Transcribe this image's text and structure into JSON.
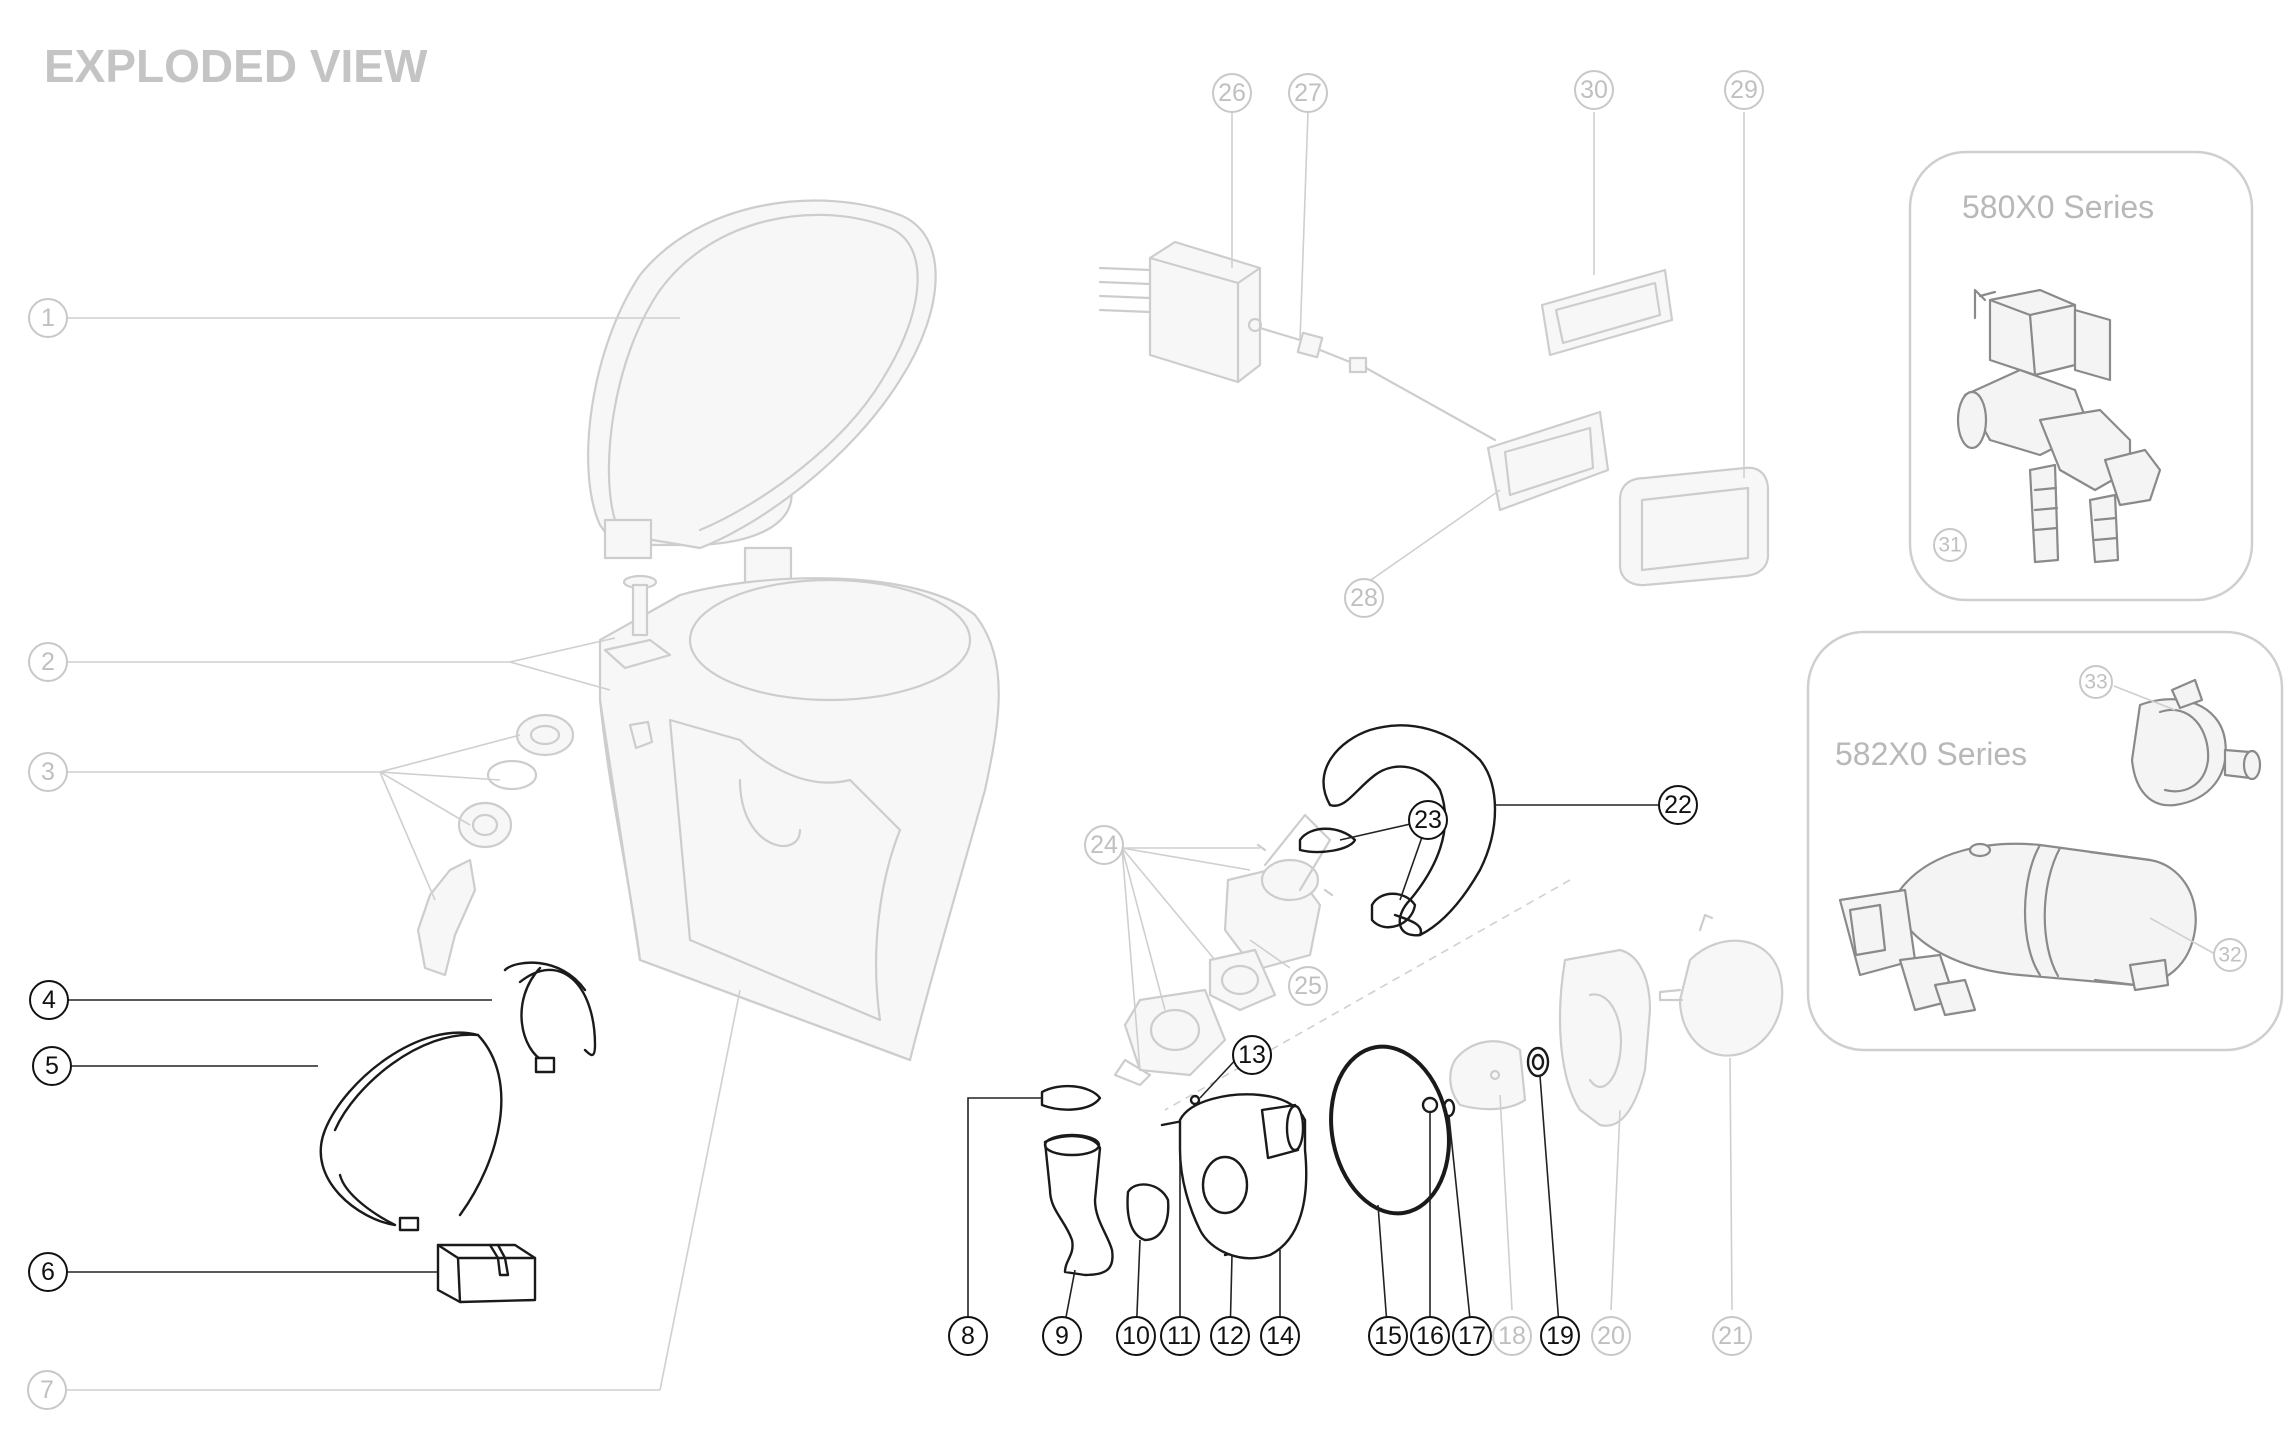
{
  "title": "EXPLODED VIEW",
  "series_labels": {
    "s580": "580X0 Series",
    "s582": "582X0 Series"
  },
  "callouts": [
    {
      "id": "1",
      "label": "1",
      "style": "faint"
    },
    {
      "id": "2",
      "label": "2",
      "style": "faint"
    },
    {
      "id": "3",
      "label": "3",
      "style": "faint"
    },
    {
      "id": "4",
      "label": "4",
      "style": "dark"
    },
    {
      "id": "5",
      "label": "5",
      "style": "dark"
    },
    {
      "id": "6",
      "label": "6",
      "style": "dark"
    },
    {
      "id": "7",
      "label": "7",
      "style": "faint"
    },
    {
      "id": "8",
      "label": "8",
      "style": "dark"
    },
    {
      "id": "9",
      "label": "9",
      "style": "dark"
    },
    {
      "id": "10",
      "label": "10",
      "style": "dark"
    },
    {
      "id": "11",
      "label": "11",
      "style": "dark"
    },
    {
      "id": "12",
      "label": "12",
      "style": "dark"
    },
    {
      "id": "13",
      "label": "13",
      "style": "dark"
    },
    {
      "id": "14",
      "label": "14",
      "style": "dark"
    },
    {
      "id": "15",
      "label": "15",
      "style": "dark"
    },
    {
      "id": "16",
      "label": "16",
      "style": "dark"
    },
    {
      "id": "17",
      "label": "17",
      "style": "dark"
    },
    {
      "id": "18",
      "label": "18",
      "style": "faint"
    },
    {
      "id": "19",
      "label": "19",
      "style": "dark"
    },
    {
      "id": "20",
      "label": "20",
      "style": "faint"
    },
    {
      "id": "21",
      "label": "21",
      "style": "faint"
    },
    {
      "id": "22",
      "label": "22",
      "style": "dark"
    },
    {
      "id": "23",
      "label": "23",
      "style": "dark"
    },
    {
      "id": "24",
      "label": "24",
      "style": "faint"
    },
    {
      "id": "25",
      "label": "25",
      "style": "faint"
    },
    {
      "id": "26",
      "label": "26",
      "style": "faint"
    },
    {
      "id": "27",
      "label": "27",
      "style": "faint"
    },
    {
      "id": "28",
      "label": "28",
      "style": "faint"
    },
    {
      "id": "29",
      "label": "29",
      "style": "faint"
    },
    {
      "id": "30",
      "label": "30",
      "style": "faint"
    },
    {
      "id": "31",
      "label": "31",
      "style": "faint"
    },
    {
      "id": "32",
      "label": "32",
      "style": "faint"
    },
    {
      "id": "33",
      "label": "33",
      "style": "faint"
    }
  ]
}
